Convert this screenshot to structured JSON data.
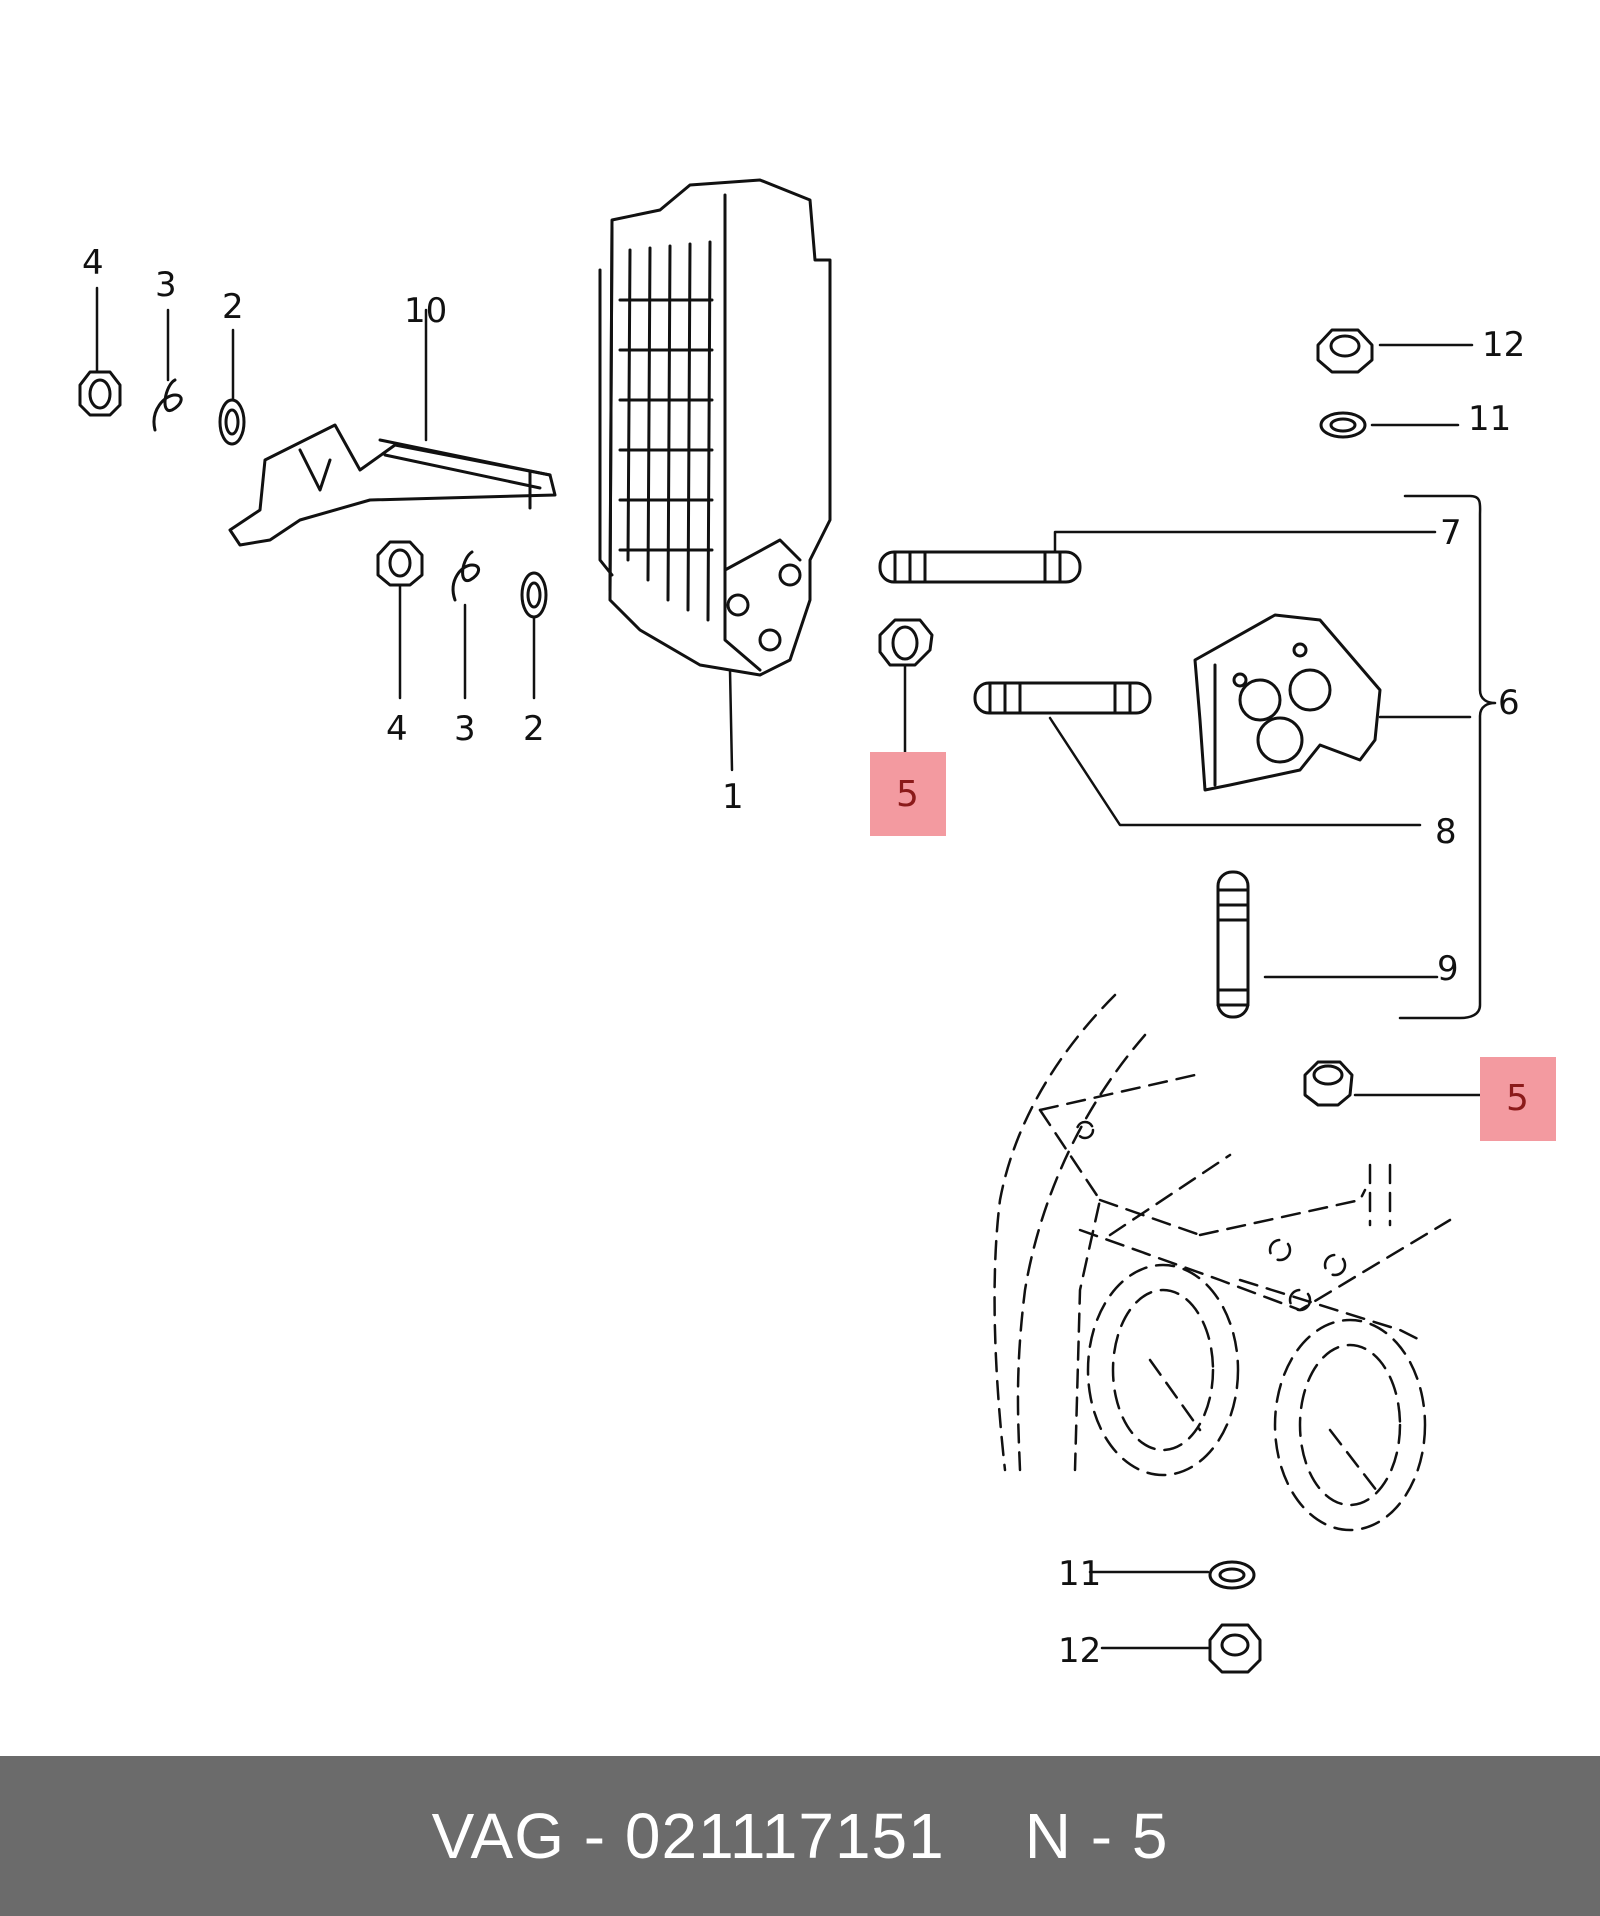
{
  "colors": {
    "highlight": "#f39aa0",
    "highlight_text": "#8b1a1a",
    "line": "#111111",
    "footer_bg": "#6b6b6b",
    "footer_text": "#ffffff"
  },
  "callouts": {
    "c1": "1",
    "c2a": "2",
    "c2b": "2",
    "c3a": "3",
    "c3b": "3",
    "c4a": "4",
    "c4b": "4",
    "c5a": "5",
    "c5b": "5",
    "c6": "6",
    "c7": "7",
    "c8": "8",
    "c9": "9",
    "c10": "10",
    "c11a": "11",
    "c11b": "11",
    "c12a": "12",
    "c12b": "12"
  },
  "footer": {
    "part": "VAG - 021117151",
    "ref": "N - 5"
  }
}
